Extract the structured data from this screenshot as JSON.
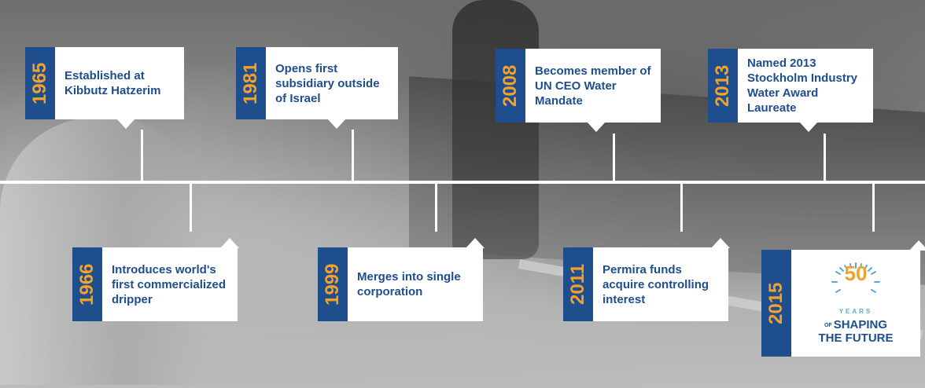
{
  "milestones_top": [
    {
      "year": "1965",
      "text": "Established at Kibbutz Hatzerim"
    },
    {
      "year": "1981",
      "text": "Opens first subsidiary outside of Israel"
    },
    {
      "year": "2008",
      "text": "Becomes member of UN CEO Water Mandate"
    },
    {
      "year": "2013",
      "text": "Named 2013 Stockholm Industry Water Award Laureate"
    }
  ],
  "milestones_bottom": [
    {
      "year": "1966",
      "text": "Introduces world's first commercialized dripper"
    },
    {
      "year": "1999",
      "text": "Merges into single corporation"
    },
    {
      "year": "2011",
      "text": "Permira funds acquire controlling interest"
    },
    {
      "year": "2015",
      "logo": {
        "number": "50",
        "years": "YEARS",
        "of": "OF",
        "line1": "SHAPING",
        "line2": "THE FUTURE"
      }
    }
  ],
  "colors": {
    "accent": "#1f4e8c",
    "year": "#f3a12c",
    "logo_rays": "#5aa9d6"
  }
}
